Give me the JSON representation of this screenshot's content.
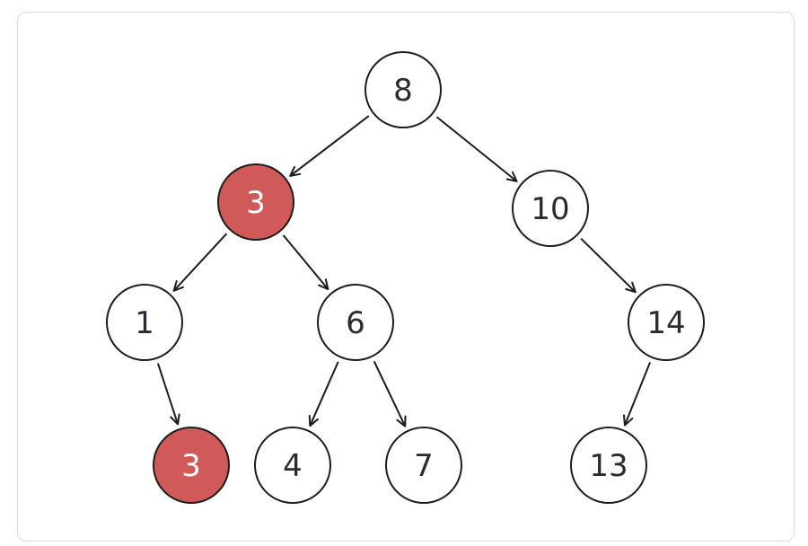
{
  "colors": {
    "node_fill": "#ffffff",
    "highlight_fill": "#d05a5a",
    "stroke": "#1c1c1c",
    "text": "#2a2a35",
    "highlight_text": "#ffffff"
  },
  "tree": {
    "nodes": [
      {
        "id": "n8",
        "label": "8",
        "highlighted": false
      },
      {
        "id": "n3",
        "label": "3",
        "highlighted": true
      },
      {
        "id": "n10",
        "label": "10",
        "highlighted": false
      },
      {
        "id": "n1",
        "label": "1",
        "highlighted": false
      },
      {
        "id": "n6",
        "label": "6",
        "highlighted": false
      },
      {
        "id": "n14",
        "label": "14",
        "highlighted": false
      },
      {
        "id": "n3b",
        "label": "3",
        "highlighted": true
      },
      {
        "id": "n4",
        "label": "4",
        "highlighted": false
      },
      {
        "id": "n7",
        "label": "7",
        "highlighted": false
      },
      {
        "id": "n13",
        "label": "13",
        "highlighted": false
      }
    ],
    "edges": [
      {
        "from": "n8",
        "to": "n3"
      },
      {
        "from": "n8",
        "to": "n10"
      },
      {
        "from": "n3",
        "to": "n1"
      },
      {
        "from": "n3",
        "to": "n6"
      },
      {
        "from": "n10",
        "to": "n14"
      },
      {
        "from": "n1",
        "to": "n3b"
      },
      {
        "from": "n6",
        "to": "n4"
      },
      {
        "from": "n6",
        "to": "n7"
      },
      {
        "from": "n14",
        "to": "n13"
      }
    ]
  }
}
